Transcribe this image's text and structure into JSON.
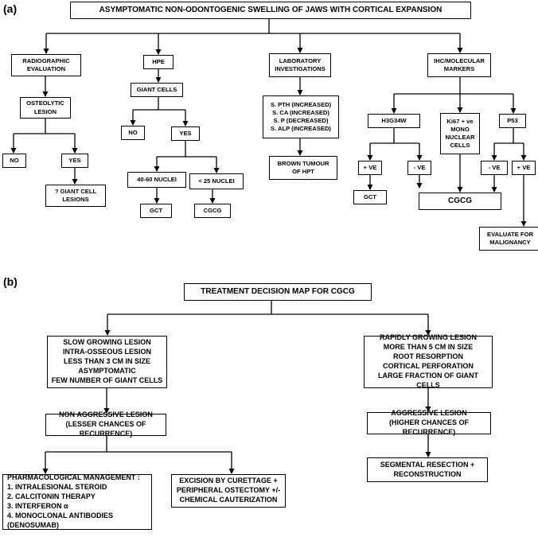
{
  "panel_a": {
    "label": "(a)",
    "title": "ASYMPTOMATIC NON-ODONTOGENIC SWELLING  OF JAWS WITH CORTICAL EXPANSION",
    "radiographic": "RADIOGRAPHIC\nEVALUATION",
    "osteolytic": "OSTEOLYTIC\nLESION",
    "rad_no": "NO",
    "rad_yes": "YES",
    "giant_cell_lesions": "? GIANT CELL\nLESIONS",
    "hpe": "HPE",
    "giant_cells": "GIANT CELLS",
    "hpe_no": "NO",
    "hpe_yes": "YES",
    "nuclei_40_60": "40-60 NUCLEI",
    "nuclei_lt25": "< 25 NUCLEI",
    "gct": "GCT",
    "cgcg": "CGCG",
    "lab": "LABORATORY\nINVESTIGATIONS",
    "lab_values": "S. PTH (INCREASED)\nS. CA (INCREASED)\nS. P (DECREASED)\nS. ALP (INCREASED)",
    "brown_tumour": "BROWN TUMOUR\nOF HPT",
    "ihc": "IHC/MOLECULAR\nMARKERS",
    "h3g34w": "H3G34W",
    "h3_pos": "+ VE",
    "h3_neg": "- VE",
    "h3_gct": "GCT",
    "ki67": "Ki67 + ve\nMONO\nNUCLEAR\nCELLS",
    "p53": "P53",
    "p53_neg": "- VE",
    "p53_pos": "+ VE",
    "cgcg_final": "CGCG",
    "malignancy": "EVALUATE FOR\nMALIGNANCY"
  },
  "panel_b": {
    "label": "(b)",
    "title": "TREATMENT DECISION MAP FOR CGCG",
    "slow_features": "SLOW GROWING LESION\nINTRA-OSSEOUS LESION\nLESS THAN 3 CM IN SIZE\nASYMPTOMATIC\nFEW NUMBER OF GIANT CELLS",
    "non_aggressive": "NON AGGRESSIVE LESION\n(LESSER CHANCES OF RECURRENCE)",
    "pharma": "PHARMACOLOGICAL MANAGEMENT :\n1.    INTRALESIONAL STEROID\n2.    CALCITONIN THERAPY\n3.    INTERFERON α\n4.    MONOCLONAL ANTIBODIES\n       (DENOSUMAB)",
    "excision": "EXCISION BY CURETTAGE +\nPERIPHERAL OSTECTOMY +/-\nCHEMICAL CAUTERIZATION",
    "rapid_features": "RAPIDLY GROWING LESION\nMORE THAN 5 CM IN SIZE\nROOT RESORPTION\nCORTICAL PERFORATION\nLARGE FRACTION OF GIANT CELLS",
    "aggressive": "AGGRESSIVE LESION\n(HIGHER CHANCES OF RECURRENCE)",
    "resection": "SEGMENTAL RESECTION +\nRECONSTRUCTION"
  }
}
